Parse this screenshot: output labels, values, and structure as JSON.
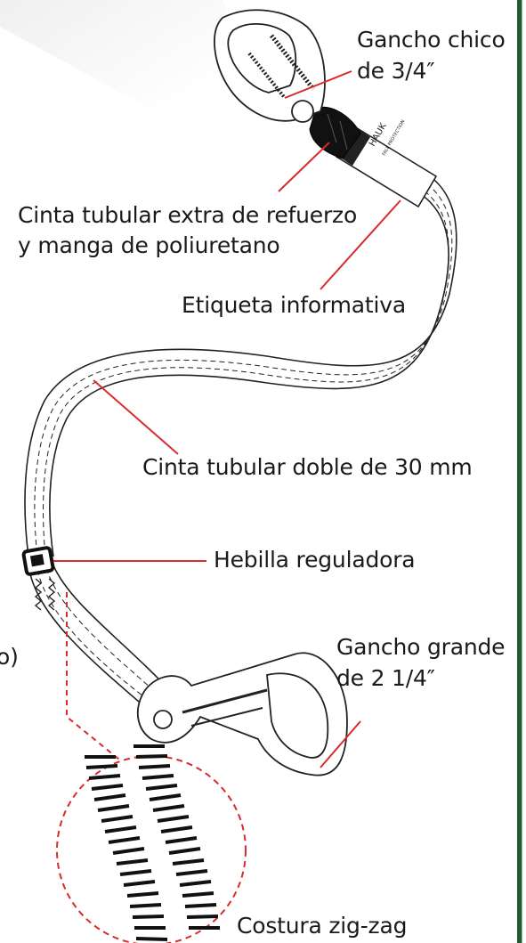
{
  "labels": {
    "small_hook_line1": "Gancho chico",
    "small_hook_line2": "de 3/4″",
    "reinforcement_line1": "Cinta tubular extra de refuerzo",
    "reinforcement_line2": "y manga de poliuretano",
    "info_tag": "Etiqueta informativa",
    "double_strap": "Cinta tubular doble de 30 mm",
    "buckle": "Hebilla reguladora",
    "big_hook_line1": "Gancho grande",
    "big_hook_line2": "de 2 1/4″",
    "stitching": "Costura zig-zag",
    "cut_text": "o)"
  },
  "tag_text": {
    "brand": "HAUK",
    "line2": "FALL PROTECTION"
  },
  "colors": {
    "leader_line": "#d92b2b",
    "detail_circle": "#d92b2b",
    "outline": "#222222",
    "border_green": "#1f5b33"
  },
  "icons": {
    "small_hook": "snap-hook-small",
    "big_hook": "snap-hook-large",
    "buckle": "adjuster-buckle"
  }
}
